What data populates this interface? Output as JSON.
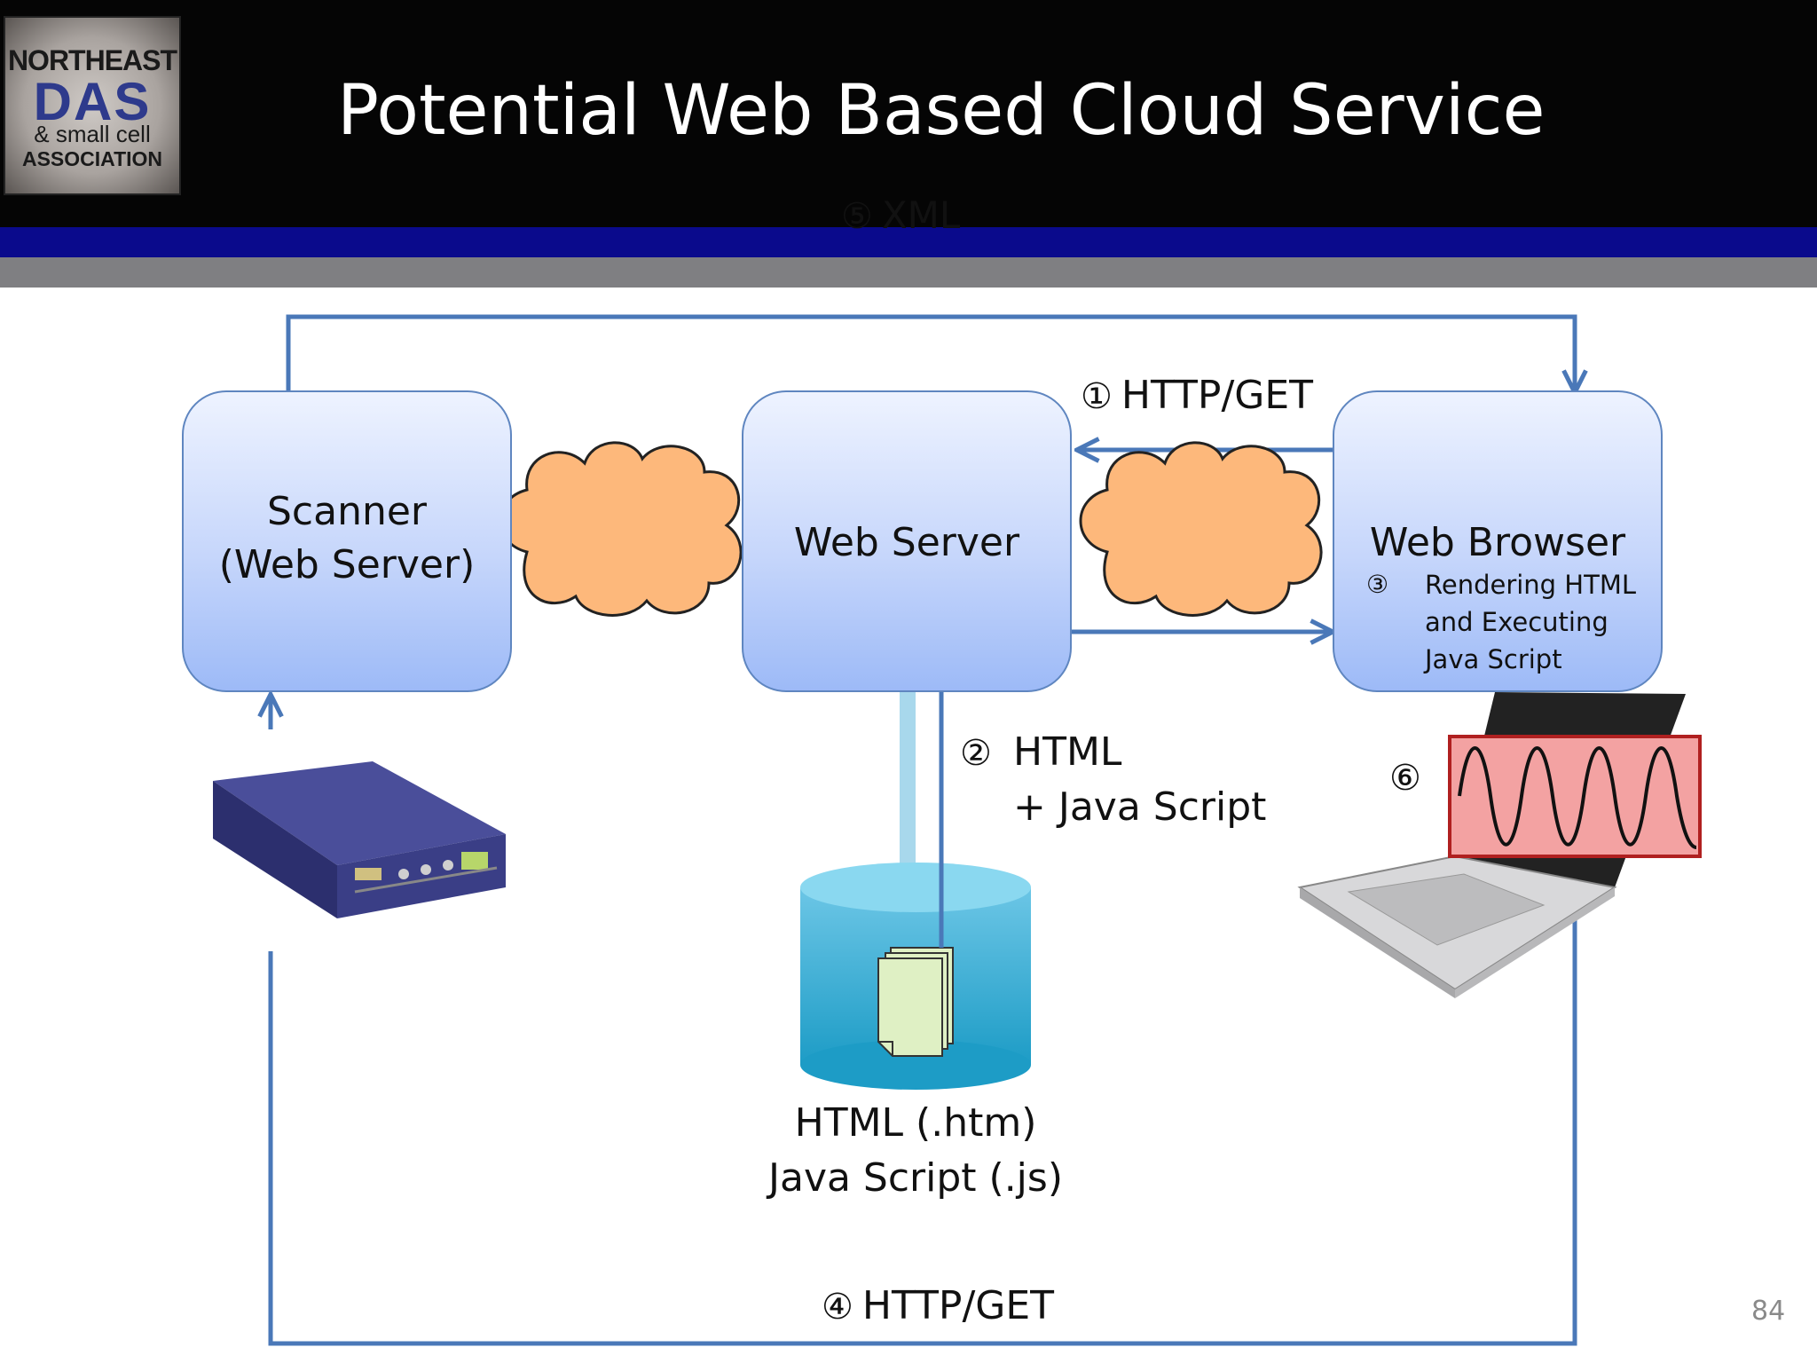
{
  "header": {
    "title": "Potential Web Based Cloud Service",
    "logo": {
      "line1": "NORTHEAST",
      "line2": "DAS",
      "line3": "& small cell",
      "line4": "ASSOCIATION"
    },
    "overlay_label": {
      "number": "⑤",
      "text": "XML"
    }
  },
  "nodes": {
    "scanner": {
      "line1": "Scanner",
      "line2": "(Web Server)"
    },
    "web_server": {
      "label": "Web Server"
    },
    "web_browser": {
      "label": "Web Browser",
      "step_number": "③",
      "step_line1": "Rendering HTML",
      "step_line2": "and Executing",
      "step_line3": "Java Script"
    },
    "database": {
      "line1": "HTML (.htm)",
      "line2": "Java Script (.js)"
    }
  },
  "flows": {
    "step1": {
      "number": "①",
      "text": "HTTP/GET"
    },
    "step2": {
      "number": "②",
      "line1": "HTML",
      "line2": "+ Java Script"
    },
    "step4": {
      "number": "④",
      "text": "HTTP/GET"
    },
    "step6": {
      "number": "⑥"
    }
  },
  "colors": {
    "arrow": "#4a78b8",
    "box_top": "#eef3ff",
    "box_bottom": "#9dbaf7",
    "cloud": "#fdb87b",
    "cylinder": "#3fb0d3",
    "screen": "#f3a2a2",
    "band_blue": "#0a0a8c",
    "band_gray": "#7f7f82"
  },
  "footer": {
    "page_number": "84"
  }
}
